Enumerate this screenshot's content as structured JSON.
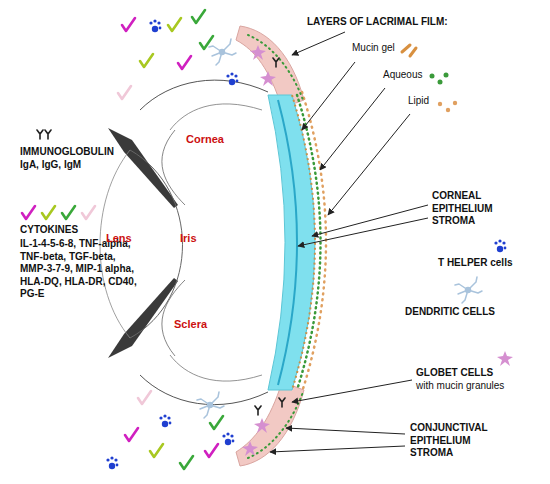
{
  "diagram": {
    "labels": [
      "LAYERS OF LACRIMAL FILM:",
      "Mucin gel",
      "Aqueous",
      "Lipid",
      "CORNEAL EPITHELIUM STROMA",
      "T HELPER cells",
      "DENDRITIC CELLS",
      "GLOBET CELLS",
      "with mucin granules",
      "CONJUNCTIVAL EPITHELIUM STROMA",
      "IMMUNOGLOBULIN",
      "IgA, IgG, IgM",
      "CYTOKINES",
      "IL-1-4-5-6-8, TNF-alpha, TNF-beta, TGF-beta, MMP-3-7-9, MIP-1 alpha, HLA-DQ, HLA-DR, CD40, PG-E",
      "Cornea",
      "Lens",
      "Iris",
      "Sclera"
    ]
  }
}
